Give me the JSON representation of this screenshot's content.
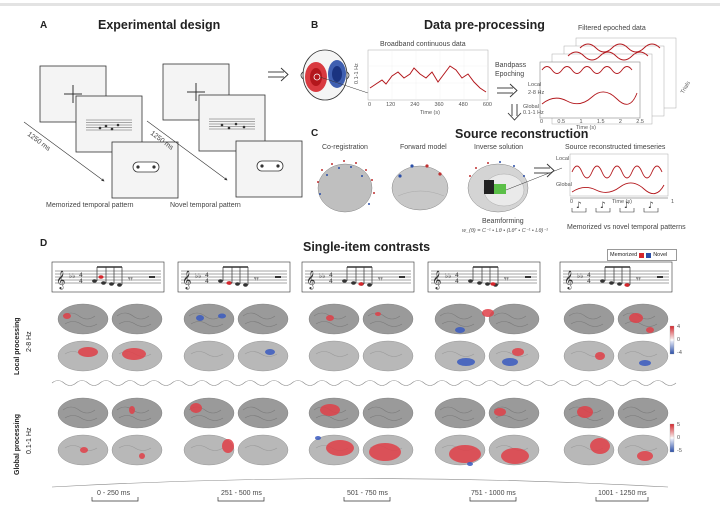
{
  "panels": {
    "a": {
      "letter": "A",
      "title": "Experimental design",
      "timing1": "1250 ms",
      "timing2": "1250 ms",
      "label_left": "Memorized temporal pattern",
      "label_right": "Novel temporal pattern"
    },
    "b": {
      "letter": "B",
      "title": "Data pre-processing",
      "broadband": "Broadband continuous data",
      "bandpass": "Bandpass",
      "epoching": "Epoching",
      "filtered": "Filtered epoched data",
      "x_ticks": [
        "0",
        "120",
        "240",
        "360",
        "480",
        "600"
      ],
      "x_label": "Time (s)",
      "y_label": "0.1-1 Hz",
      "ep_ticks": [
        "0",
        "0.5",
        "1",
        "1.5",
        "2",
        "2.5"
      ],
      "ep_x_label": "Time (s)",
      "local": "Local",
      "global": "Global",
      "local_band": "2-8 Hz",
      "global_band": "0.1-1 Hz",
      "trials": "Trials"
    },
    "c": {
      "letter": "C",
      "title": "Source reconstruction",
      "coreg": "Co-registration",
      "forward": "Forward model",
      "inverse": "Inverse solution",
      "beamforming": "Beamforming",
      "formula": "w_(θ) = C⁻¹ • Lθ • (Lθᵀ • C⁻¹ • Lθ)⁻¹",
      "timeseries": "Source reconstructed timeseries",
      "ts_ticks": [
        "0",
        "Time (s)",
        "1"
      ],
      "ts_caption": "Memorized vs novel temporal patterns",
      "local": "Local",
      "global": "Global"
    },
    "d": {
      "letter": "D",
      "title": "Single-item contrasts",
      "legend_memorized": "Memorized",
      "legend_novel": "Novel",
      "row_local": "Local processing",
      "row_local_band": "2-8 Hz",
      "row_global": "Global processing",
      "row_global_band": "0.1-1 Hz",
      "cbar_top": {
        "max": "4",
        "mid": "0",
        "min": "-4"
      },
      "cbar_bottom": {
        "max": "5",
        "mid": "0",
        "min": "-5"
      },
      "windows": [
        "0 - 250 ms",
        "251 - 500 ms",
        "501 - 750 ms",
        "751 - 1000 ms",
        "1001 - 1250 ms"
      ]
    }
  },
  "colors": {
    "red": "#d6262c",
    "blue": "#2b4fa8",
    "brain": "#9a9a9a",
    "trace": "#b3171c"
  }
}
